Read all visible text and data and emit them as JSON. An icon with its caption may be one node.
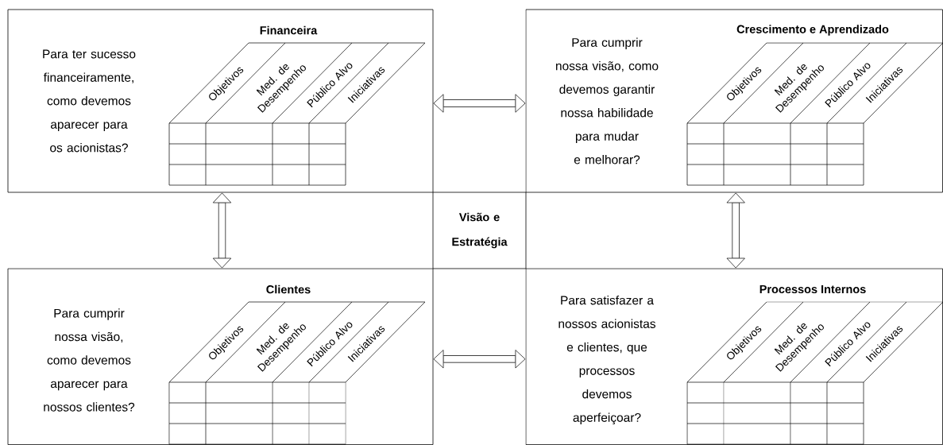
{
  "diagram": {
    "nodes": [
      {
        "text": [
          "Financeira",
          "Para ter sucesso financeiramente, como devemos aparecer para os acionistas?",
          "Objetivos",
          "Med. de Desempenho",
          "Público Alvo",
          "Iniciativas"
        ]
      },
      {
        "text": [
          "Crescimento e Aprendizado",
          "Para cumprir nossa visão, como devemos garantir nossa habilidade para mudar e melhorar?",
          "Objetivos",
          "Med. de Desempenho",
          "Público Alvo",
          "Iniciativas"
        ]
      },
      {
        "text": [
          "Visão e Estratégia"
        ]
      },
      {
        "text": [
          "Clientes",
          "Para cumprir nossa visão, como devemos aparecer para nossos clientes?",
          "Objetivos",
          "Med. de Desempenho",
          "Público Alvo",
          "Iniciativas"
        ]
      },
      {
        "text": [
          "Processos Internos",
          "Para satisfazer a nossos acionistas e clientes, que processos devemos aperfeiçoar?",
          "Objetivos",
          "Med. de Desempenho",
          "Público Alvo",
          "Iniciativas"
        ]
      }
    ],
    "edges": [
      {
        "from": 0,
        "to": 1,
        "arrow": "both"
      },
      {
        "from": 0,
        "to": 3,
        "arrow": "both"
      },
      {
        "from": 1,
        "to": 4,
        "arrow": "both"
      },
      {
        "from": 3,
        "to": 4,
        "arrow": "both"
      }
    ]
  }
}
